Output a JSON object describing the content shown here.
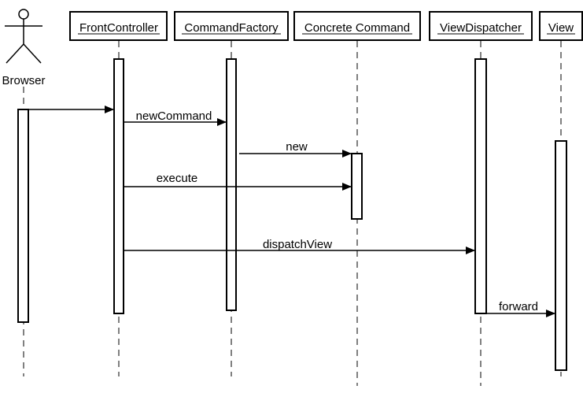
{
  "participants": {
    "browser": "Browser",
    "front_controller": "FrontController",
    "command_factory": "CommandFactory",
    "concrete_command": "Concrete Command",
    "view_dispatcher": "ViewDispatcher",
    "view": "View"
  },
  "messages": {
    "new_command": "newCommand",
    "new": "new",
    "execute": "execute",
    "dispatch_view": "dispatchView",
    "forward": "forward"
  }
}
